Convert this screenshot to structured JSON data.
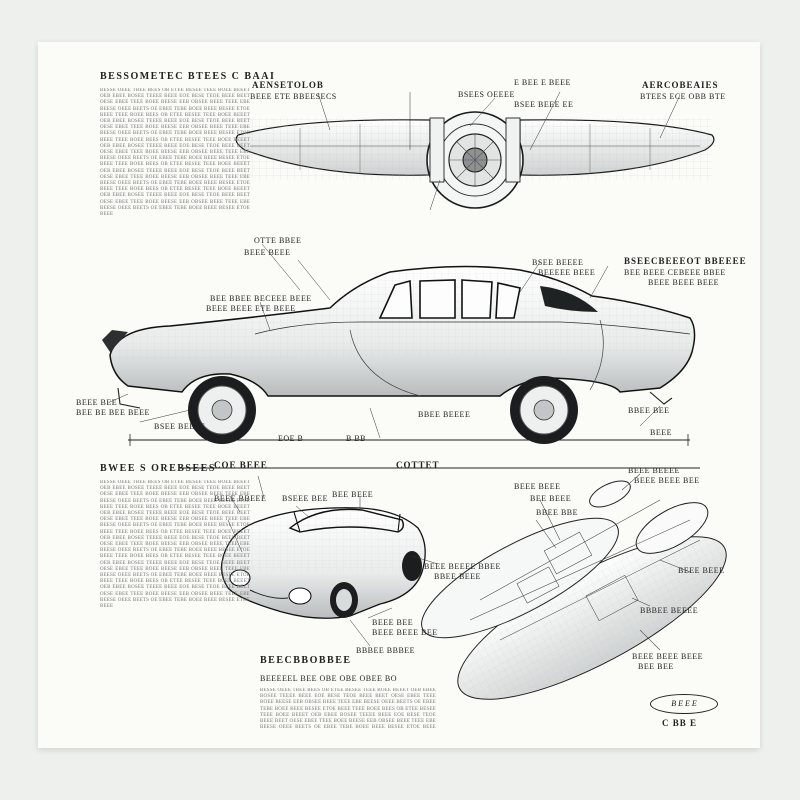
{
  "sheet": {
    "left_heading": "BESSOMETEC BTEES C BAAI",
    "left_heading_2": "BWEE S OREBSEES",
    "top_view": {
      "title": "AENSETOLOB",
      "sub": "BEEE ETE BBEESECS",
      "right_title": "AERCOBEAIES",
      "right_sub": "BTEES ECE OBB BTE",
      "center_1": "E BEE E BEEE",
      "center_2": "BSEES OEEEE",
      "center_3": "BSEE BEEE EE"
    },
    "side_view": {
      "callout_a": "OTTE BBEE",
      "callout_a2": "BEEE BEEE",
      "callout_b": "BEE BBEE BECEEE BEEE",
      "callout_b2": "BEEE BEEE ETE BEEE",
      "callout_c": "BSEECBEEEOT BBEEEE",
      "callout_c2": "BEE BEEE CEBEEE BBEE",
      "callout_c3": "BEEE BEEE BEEE",
      "callout_d": "BSEE BEEEE",
      "callout_d2": "BEEEEE BEEE",
      "callout_e": "BEEE BEE",
      "callout_e2": "BEE BE BEE BEEE",
      "callout_f": "BBEE BEEEE",
      "callout_g": "BBEE BEE",
      "dim_a": "EOE B",
      "dim_b": "B BB",
      "dim_c": "BEEE"
    },
    "sections": {
      "left": "COE BEEE",
      "right": "COTTET"
    },
    "perspective": {
      "callout_1": "BSEEE BEE",
      "callout_2": "BEE BEEE",
      "callout_3": "BEEE BBEEE",
      "callout_4": "BEEE BEEEE BBEE",
      "callout_5": "BBEE BEEE",
      "callout_6": "BEEE BEE",
      "callout_7": "BEEE BEEE BEE",
      "callout_8": "BBBEE BBBEE",
      "heading": "BEECBBOBBEE",
      "caption": "BEEEEEL BEE OBE OBE OBEE BO"
    },
    "exploded": {
      "callout_1": "BEEE BEEE",
      "callout_2": "BEE BEEE",
      "callout_3": "BBEE BBE",
      "callout_4": "BEEE BEEEE",
      "callout_5": "BEEE BEEE BEE",
      "callout_6": "BEEE BEEE",
      "callout_7": "BBBEE BEEEE",
      "callout_8": "BEEE BEEE BEEE",
      "callout_9": "BEE BEE"
    },
    "badge": "B E E E",
    "badge_sub": "C BB E"
  },
  "text_blocks": {
    "filler": "BESSE OEEE TBEE BEES OB ETEE BESEE TEEE BOEE BEEET OEB EBEE BOSEE TEEEE BEEE EOE BESE TEOE BEEE BEET OESE EBEE TEEE BOEE BEESE EEB OBSEE BEEE TEEE EBE BEESE OEEE BEETS OE EBEE TEBE BOEE BEEE BESEE ETOE BEEE TEEE BOEE BEES OB ETEE BESEE TEEE BOEE BEEET OEB EBEE BOSEE TEEEE BEEE EOE BESE TEOE BEEE BEET OESE EBEE TEEE BOEE BEESE EEB OBSEE BEEE TEEE EBE BEESE OEEE BEETS OE EBEE TEBE BOEE BEEE BESEE ETOE BEEE TEEE BOEE BEES OB ETEE BESEE TEEE BOEE BEEET OEB EBEE BOSEE TEEEE BEEE EOE BESE TEOE BEEE BEET OESE EBEE TEEE BOEE BEESE EEB OBSEE BEEE TEEE EBE BEESE OEEE BEETS OE EBEE TEBE BOEE BEEE BESEE ETOE BEEE TEEE BOEE BEES OB ETEE BESEE TEEE BOEE BEEET OEB EBEE BOSEE TEEEE BEEE EOE BESE TEOE BEEE BEET OESE EBEE TEEE BOEE BEESE EEB OBSEE BEEE TEEE EBE BEESE OEEE BEETS OE EBEE TEBE BOEE BEEE BESEE ETOE BEEE TEEE BOEE BEES OB ETEE BESEE TEEE BOEE BEEET OEB EBEE BOSEE TEEEE BEEE EOE BESE TEOE BEEE BEET OESE EBEE TEEE BOEE BEESE EEB OBSEE BEEE TEEE EBE BEESE OEEE BEETS OE EBEE TEBE BOEE BEEE BESEE ETOE BEEE"
  },
  "colors": {
    "paper": "#fbfbf8",
    "ink": "#1a1a1a",
    "tint": "#d9dcdc"
  }
}
